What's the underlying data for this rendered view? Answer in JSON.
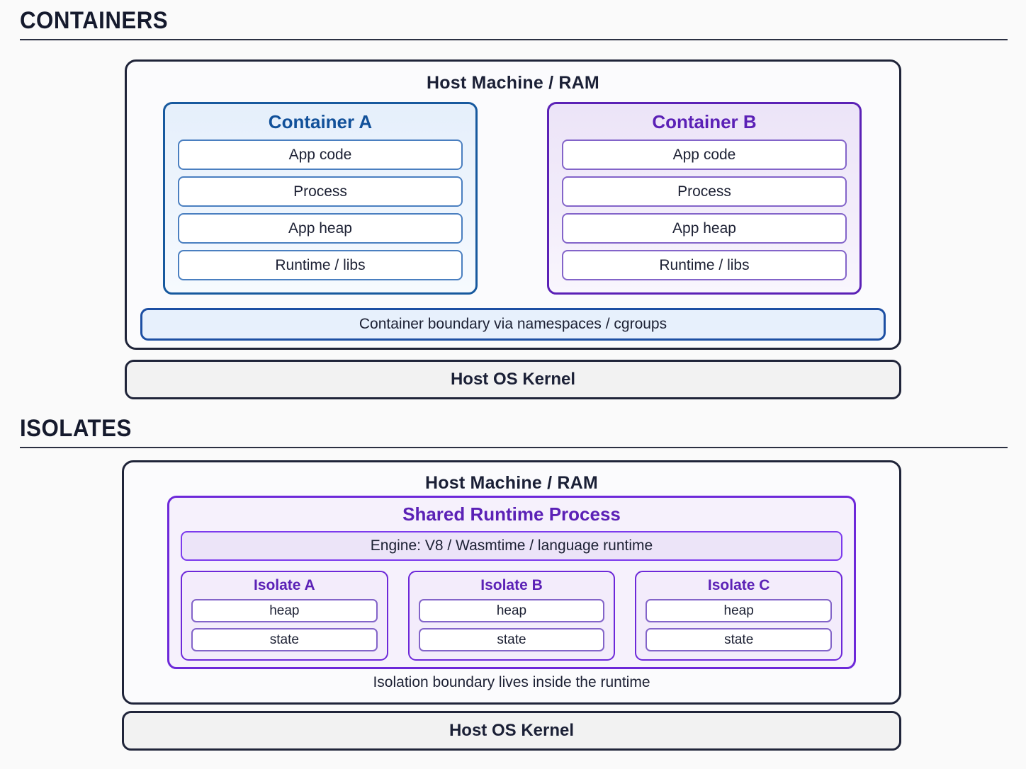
{
  "sections": [
    {
      "title": "CONTAINERS",
      "host_panel": {
        "title": "Host Machine / RAM",
        "cards": [
          {
            "title": "Container A",
            "rows": [
              "App code",
              "Process",
              "App heap",
              "Runtime / libs"
            ],
            "accent": "#12519a"
          },
          {
            "title": "Container B",
            "rows": [
              "App code",
              "Process",
              "App heap",
              "Runtime / libs"
            ],
            "accent": "#5b21b6"
          }
        ],
        "boundary_label": "Container boundary via namespaces / cgroups"
      },
      "kernel_label": "Host OS Kernel"
    },
    {
      "title": "ISOLATES",
      "host_panel": {
        "title": "Host Machine / RAM",
        "runtime": {
          "title": "Shared Runtime Process",
          "engine_label": "Engine: V8 / Wasmtime / language runtime",
          "isolates": [
            {
              "title": "Isolate A",
              "rows": [
                "heap",
                "state"
              ]
            },
            {
              "title": "Isolate B",
              "rows": [
                "heap",
                "state"
              ]
            },
            {
              "title": "Isolate C",
              "rows": [
                "heap",
                "state"
              ]
            }
          ]
        },
        "caption": "Isolation boundary lives inside the runtime"
      },
      "kernel_label": "Host OS Kernel"
    }
  ],
  "colors": {
    "background": "#fafafa",
    "ink": "#1c2033",
    "panel_border": "#1f2439",
    "blue_accent": "#12519a",
    "purple_accent": "#5b21b6",
    "kernel_fill": "#f2f2f2"
  }
}
